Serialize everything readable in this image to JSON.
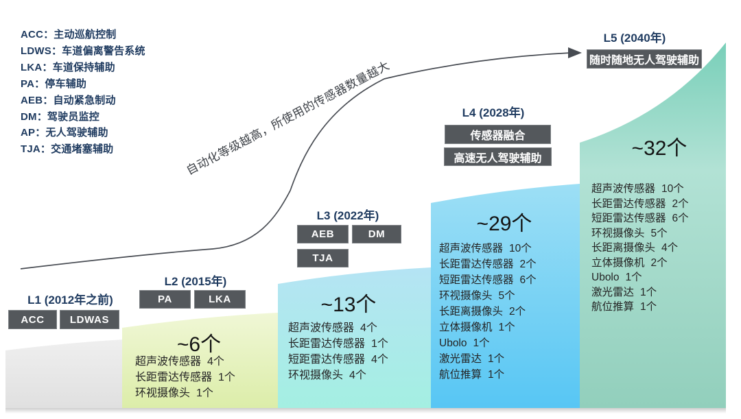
{
  "colors": {
    "title_navy": "#1e3a5f",
    "badge_bg": "#54585c",
    "badge_text": "#ffffff",
    "arrow_stroke": "#474b52",
    "panel_l1": "#e6e6e6",
    "panel_l2": "#e4f0b8",
    "panel_l3": "#abe5ef",
    "panel_l4": "#6fcdf4",
    "panel_l5": "#93d3c1"
  },
  "legend": {
    "items": [
      "ACC：主动巡航控制",
      "LDWS：车道偏离警告系统",
      "LKA：车道保持辅助",
      "PA：停车辅助",
      "AEB：自动紧急制动",
      "DM：驾驶员监控",
      "AP：无人驾驶辅助",
      "TJA：交通堵塞辅助"
    ]
  },
  "arrow": {
    "label": "自动化等级越高，所使用的传感器数量越大"
  },
  "levels": [
    {
      "id": "L1",
      "label": "L1 (2012年之前)",
      "badges": [
        "ACC",
        "LDWAS"
      ],
      "sensors": []
    },
    {
      "id": "L2",
      "label": "L2 (2015年)",
      "badges": [
        "PA",
        "LKA"
      ],
      "count": "~6个",
      "sensors": [
        {
          "name": "超声波传感器",
          "count": "4个"
        },
        {
          "name": "长距雷达传感器",
          "count": "1个"
        },
        {
          "name": "环视摄像头",
          "count": "1个"
        }
      ]
    },
    {
      "id": "L3",
      "label": "L3 (2022年)",
      "badges": [
        "AEB",
        "DM",
        "TJA"
      ],
      "count": "~13个",
      "sensors": [
        {
          "name": "超声波传感器",
          "count": "4个"
        },
        {
          "name": "长距雷达传感器",
          "count": "1个"
        },
        {
          "name": "短距雷达传感器",
          "count": "4个"
        },
        {
          "name": "环视摄像头",
          "count": "4个"
        }
      ]
    },
    {
      "id": "L4",
      "label": "L4 (2028年)",
      "badges": [
        "传感器融合",
        "高速无人驾驶辅助"
      ],
      "count": "~29个",
      "sensors": [
        {
          "name": "超声波传感器",
          "count": "10个"
        },
        {
          "name": "长距雷达传感器",
          "count": "2个"
        },
        {
          "name": "短距雷达传感器",
          "count": "6个"
        },
        {
          "name": "环视摄像头",
          "count": "5个"
        },
        {
          "name": "长距离摄像头",
          "count": "2个"
        },
        {
          "name": "立体摄像机",
          "count": "1个"
        },
        {
          "name": "Ubolo",
          "count": "1个"
        },
        {
          "name": "激光雷达",
          "count": "1个"
        },
        {
          "name": "航位推算",
          "count": "1个"
        }
      ]
    },
    {
      "id": "L5",
      "label": "L5 (2040年)",
      "badges": [
        "随时随地无人驾驶辅助"
      ],
      "count": "~32个",
      "sensors": [
        {
          "name": "超声波传感器",
          "count": "10个"
        },
        {
          "name": "长距雷达传感器",
          "count": "2个"
        },
        {
          "name": "短距雷达传感器",
          "count": "6个"
        },
        {
          "name": "环视摄像头",
          "count": "5个"
        },
        {
          "name": "长距离摄像头",
          "count": "4个"
        },
        {
          "name": "立体摄像机",
          "count": "2个"
        },
        {
          "name": "Ubolo",
          "count": "1个"
        },
        {
          "name": "激光雷达",
          "count": "1个"
        },
        {
          "name": "航位推算",
          "count": "1个"
        }
      ]
    }
  ]
}
